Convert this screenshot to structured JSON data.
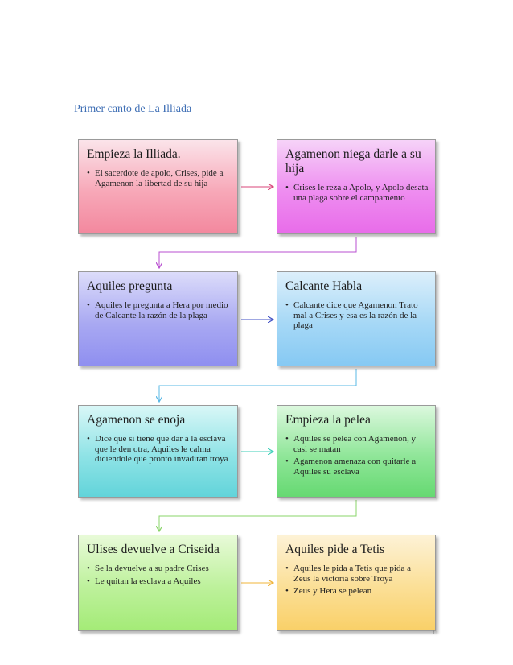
{
  "title": "Primer canto de La Illiada",
  "page_mark": "1",
  "boxes": [
    {
      "heading": "Empieza la Illiada.",
      "bullets": [
        "El sacerdote de apolo, Crises, pide a Agamenon la libertad de su hija"
      ],
      "color": "#f3889e"
    },
    {
      "heading": "Agamenon niega darle a su hija",
      "bullets": [
        "Crises le reza a Apolo, y Apolo desata una plaga sobre el campamento"
      ],
      "color": "#e86ce9"
    },
    {
      "heading": "Aquiles pregunta",
      "bullets": [
        "Aquiles le pregunta a Hera por medio de Calcante la razón de la plaga"
      ],
      "color": "#8f8ff0"
    },
    {
      "heading": "Calcante Habla",
      "bullets": [
        "Calcante dice que Agamenon Trato mal a Crises y esa es la razón de la plaga"
      ],
      "color": "#86c9f3"
    },
    {
      "heading": "Agamenon se enoja",
      "bullets": [
        "Dice que si tiene que dar a la esclava que le den otra, Aquiles le calma diciendole que pronto invadiran troya"
      ],
      "color": "#62d4da"
    },
    {
      "heading": "Empieza la pelea",
      "bullets": [
        "Aquiles se pelea con Agamenon, y casi se matan",
        "Agamenon amenaza con quitarle a Aquiles su esclava"
      ],
      "color": "#66d972"
    },
    {
      "heading": "Ulises devuelve a Criseida",
      "bullets": [
        "Se la devuelve a su padre Crises",
        "Le quitan la esclava a Aquiles"
      ],
      "color": "#a4eb77"
    },
    {
      "heading": "Aquiles pide a Tetis",
      "bullets": [
        "Aquiles le pida a Tetis que pida a Zeus la victoria sobre Troya",
        "Zeus y Hera se pelean"
      ],
      "color": "#f9d068"
    }
  ],
  "connectors": {
    "arrow_1_color": "#d9467a",
    "elbow_1_color": "#b84fd0",
    "arrow_2_color": "#3f4fc4",
    "elbow_2_color": "#5ab8e6",
    "arrow_3_color": "#3fcfb8",
    "elbow_3_color": "#8ad46a",
    "arrow_4_color": "#f0b43a"
  }
}
